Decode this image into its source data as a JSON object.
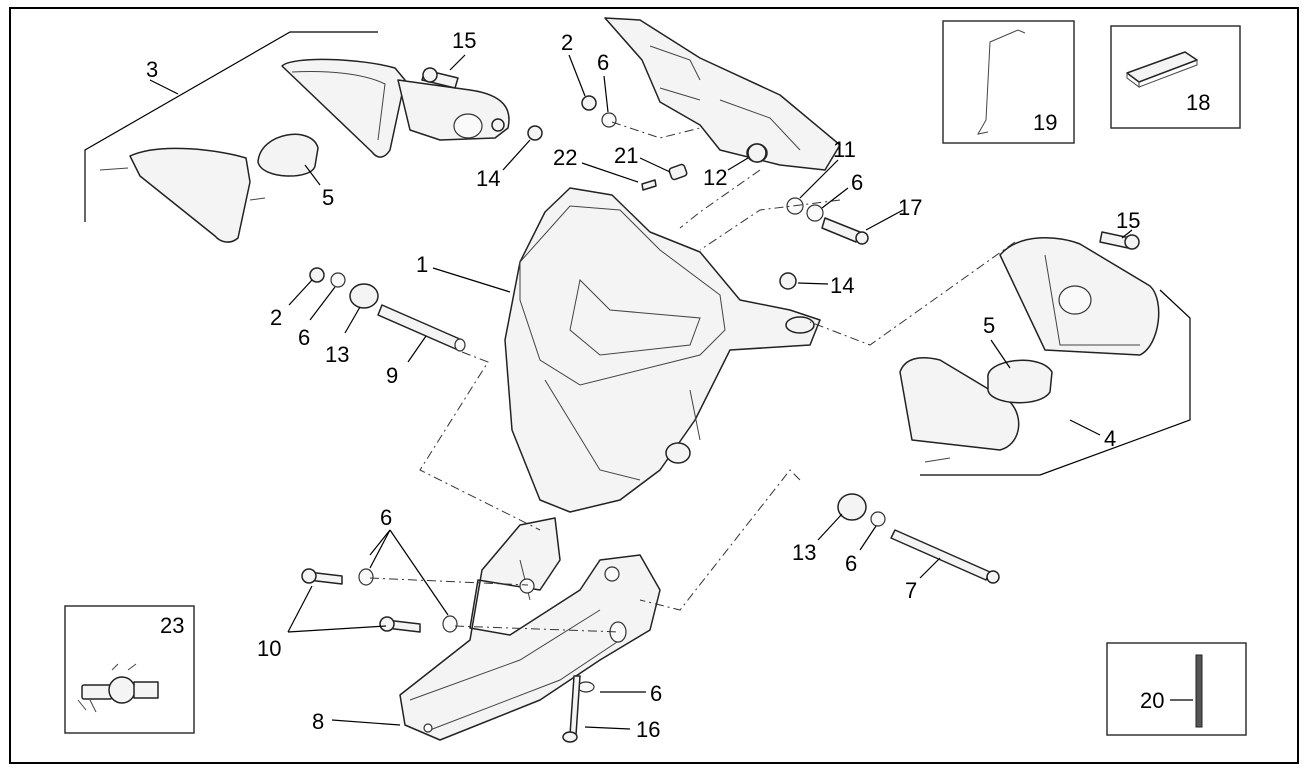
{
  "callouts": [
    "1",
    "2",
    "2",
    "3",
    "4",
    "5",
    "5",
    "6",
    "6",
    "6",
    "6",
    "6",
    "6",
    "7",
    "8",
    "9",
    "10",
    "11",
    "12",
    "13",
    "13",
    "14",
    "14",
    "15",
    "15",
    "16",
    "17",
    "18",
    "19",
    "20",
    "21",
    "22",
    "23"
  ],
  "inset_labels": {
    "box_19": "19",
    "box_18": "18",
    "box_23": "23",
    "box_20": "20"
  }
}
